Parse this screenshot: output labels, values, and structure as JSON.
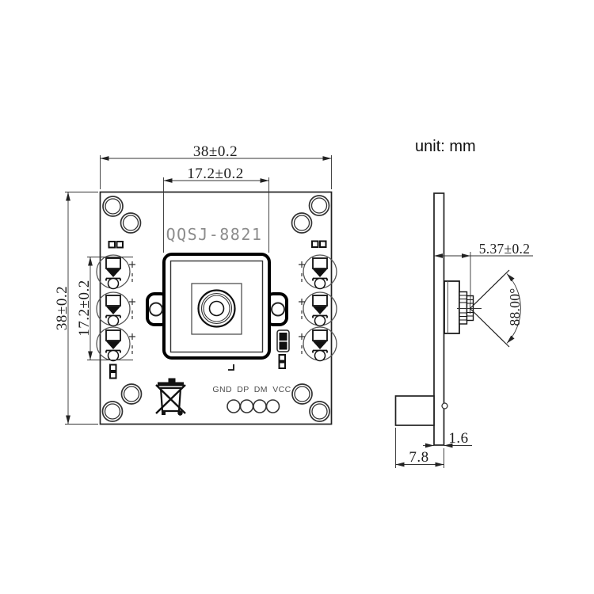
{
  "drawing": {
    "unit_label": "unit: mm",
    "front_view": {
      "model": "QQSJ-8821",
      "pin_labels": "GND DP DM VCC",
      "dim_board_width": "38±0.2",
      "dim_holder_width": "17.2±0.2",
      "dim_board_height": "38±0.2",
      "dim_holder_height": "17.2±0.2"
    },
    "side_view": {
      "dim_lens_protrusion": "5.37±0.2",
      "dim_fov_angle": "88.00°",
      "dim_board_thickness": "1.6",
      "dim_connector_depth": "7.8"
    },
    "colors": {
      "line": "#222222",
      "silkscreen_gray": "#8c8c8c",
      "background": "#ffffff"
    }
  }
}
